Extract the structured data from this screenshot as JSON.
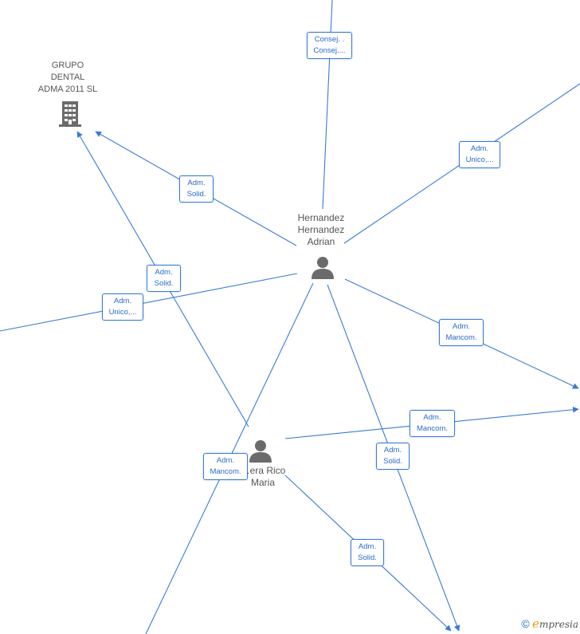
{
  "nodes": {
    "company": {
      "lines": [
        "GRUPO",
        "DENTAL",
        "ADMA 2011 SL"
      ]
    },
    "person_main": {
      "lines": [
        "Hernandez",
        "Hernandez",
        "Adrian"
      ]
    },
    "person_second": {
      "lines": [
        "…era Rico",
        "Maria"
      ]
    }
  },
  "edge_labels": [
    {
      "lines": [
        "Consej. .",
        "Consej...."
      ]
    },
    {
      "lines": [
        "Adm.",
        "Unico,..."
      ]
    },
    {
      "lines": [
        "Adm.",
        "Solid."
      ]
    },
    {
      "lines": [
        "Adm.",
        "Solid."
      ]
    },
    {
      "lines": [
        "Adm.",
        "Unico,..."
      ]
    },
    {
      "lines": [
        "Adm.",
        "Mancom."
      ]
    },
    {
      "lines": [
        "Adm.",
        "Mancom."
      ]
    },
    {
      "lines": [
        "Adm.",
        "Solid."
      ]
    },
    {
      "lines": [
        "Adm.",
        "Mancom."
      ]
    },
    {
      "lines": [
        "Adm.",
        "Solid."
      ]
    }
  ],
  "colors": {
    "edge": "#3a7bd5",
    "icon": "#6b6b6b",
    "label_text": "#2a6bc8"
  },
  "icons": {
    "company": "building-icon",
    "person": "person-icon"
  },
  "watermark": {
    "symbol": "©",
    "brand_initial": "e",
    "brand_rest": "mpresia"
  }
}
